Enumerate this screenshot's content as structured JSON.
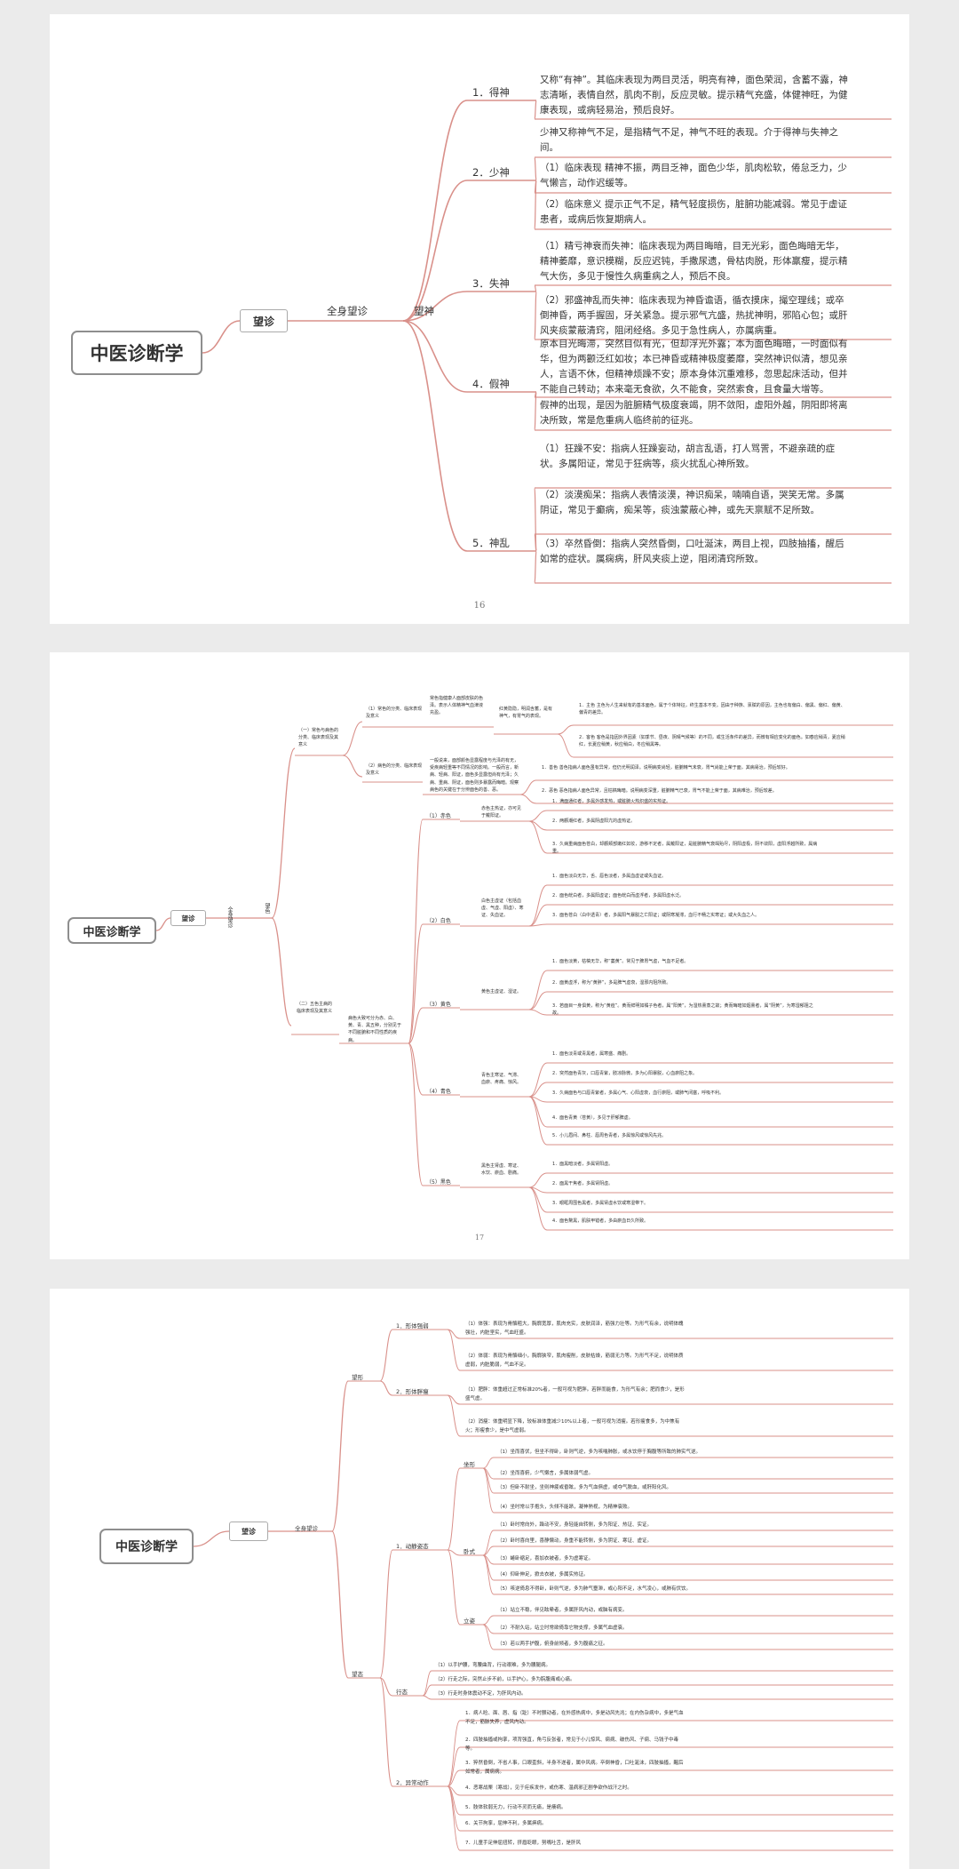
{
  "pages": [
    {
      "root": "中医诊断学",
      "l1": "望诊",
      "l2": "全身望诊",
      "l3": "望神",
      "page_number": "16",
      "topics": [
        {
          "label": "1．得神",
          "texts": [
            "又称“有神”。其临床表现为两目灵活，明亮有神，面色荣润，含蓄不露，神志清晰，表情自然，肌肉不削，反应灵敏。提示精气充盛，体健神旺，为健康表现，或病轻易治，预后良好。"
          ]
        },
        {
          "label": "2．少神",
          "texts": [
            "少神又称神气不足，是指精气不足，神气不旺的表现。介于得神与失神之间。",
            "（1）临床表现 精神不振，两目乏神，面色少华，肌肉松软，倦怠乏力，少气懒言，动作迟缓等。",
            "（2）临床意义 提示正气不足，精气轻度损伤，脏腑功能减弱。常见于虚证患者，或病后恢复期病人。"
          ]
        },
        {
          "label": "3．失神",
          "texts": [
            "（1）精亏神衰而失神：临床表现为两目晦暗，目无光彩，面色晦暗无华，精神萎靡，意识模糊，反应迟钝，手撒尿遗，骨枯肉脱，形体羸瘦，提示精气大伤，多见于慢性久病重病之人，预后不良。",
            "（2）邪盛神乱而失神：临床表现为神昏谵语，循衣摸床，撮空理线；或卒倒神昏，两手握固，牙关紧急。提示邪气亢盛，热扰神明，邪陷心包；或肝风夹痰蒙蔽清窍，阻闭经络。多见于急性病人，亦属病重。"
          ]
        },
        {
          "label": "4．假神",
          "texts": [
            "原本目光晦滞，突然目似有光，但却浮光外露；本为面色晦暗，一时面似有华，但为两颧泛红如妆；本已神昏或精神极度萎靡，突然神识似清，想见亲人，言语不休，但精神烦躁不安；原本身体沉重难移，忽思起床活动，但并不能自己转动；本来毫无食欲，久不能食，突然索食，且食量大增等。",
            "假神的出现，是因为脏腑精气极度衰竭，阴不敛阳，虚阳外越，阴阳即将离决所致，常是危重病人临终前的征兆。"
          ]
        },
        {
          "label": "5．神乱",
          "texts": [
            "（1）狂躁不安：指病人狂躁妄动，胡言乱语，打人骂詈，不避亲疏的症状。多属阳证，常见于狂病等，痰火扰乱心神所致。",
            "（2）淡漠痴呆：指病人表情淡漠，神识痴呆，喃喃自语，哭笑无常。多属阴证，常见于癫病，痴呆等，痰浊蒙蔽心神，或先天禀赋不足所致。",
            "（3）卒然昏倒：指病人突然昏倒，口吐涎沫，两目上视，四肢抽搐，醒后如常的症状。属痫病，肝风夹痰上逆，阻闭清窍所致。"
          ]
        }
      ]
    },
    {
      "root": "中医诊断学",
      "l1": "望诊",
      "l2": "全身望诊",
      "l3": "望色",
      "page_number": "17",
      "sections": [
        {
          "label": "（一）常色与病色的分类、临床表现及其意义",
          "items": [
            {
              "label": "（1）常色的分类、临床表现及意义",
              "desc": "常色指健康人面部皮肤的色泽。表示人体精神气血津液充盈。",
              "sub": "红黄隐隐，明润含蓄，是有神气，有胃气的表现。",
              "texts": [
                "1．主色 主色为人生来就有的基本面色，属于个体特征，终生基本不变。因由于种族、禀赋的原因，主色也有偏白、偏黑、偏红、偏黄、偏青的差异。",
                "2．客色 客色是指因外界因素（如季节、昼夜、阴晴气候等）的不同，或生活条件的差异，而微有相应变化的面色。如春应稍青，夏应稍红，长夏应稍黄，秋应稍白，冬应稍黑等。"
              ]
            },
            {
              "label": "（2）病色的分类、临床表现及意义",
              "desc": "一般说来，面部颜色显露程度与光泽的有无，受疾病轻重等不同情况的影响。一般而言，新病、轻病、阳证，面色多显露但尚有光泽；久病、重病、阴证，面色则多暴露而晦暗。观察病色的关键在于分辨面色的善、恶。",
              "texts": [
                "1．善色 善色指病人面色虽有异常，但仍光明润泽。说明病变尚轻，脏腑精气未衰，胃气尚能上荣于面，其病易治，预后较好。",
                "2．恶色 恶色指病人面色异常，且枯槁晦暗。说明病变深重，脏腑精气已衰，胃气不能上荣于面，其病难治，预后较差。"
              ]
            }
          ]
        },
        {
          "label": "（二）五色主病的临床表现及其意义",
          "desc": "病色大致可分为赤、白、黄、青、黑五种，分别见于不同脏腑和不同性质的疾病。",
          "colors": [
            {
              "label": "（1）赤色",
              "desc": "赤色主热证，亦可见于戴阳证。",
              "texts": [
                "1．满面通红者，多属外感发热，或脏腑火热炽盛的实热证。",
                "2．两颧潮红者，多属阴虚阳亢的虚热证。",
                "3．久病重病面色苍白，却颧颊部嫩红如妆，游移不定者，属戴阳证，是脏腑精气衰竭殆尽，阴阳虚极，阴不敛阳，虚阳浮越所致，属病重。"
              ]
            },
            {
              "label": "（2）白色",
              "desc": "白色主虚证（包括血虚、气虚、阳虚）、寒证、失血证。",
              "texts": [
                "1．面色淡白无华，舌、唇色淡者，多属血虚证或失血证。",
                "2．面色㿠白者，多属阳虚证；面色㿠白而虚浮者，多属阳虚水泛。",
                "3．面色苍白（白中透青）者，多属阳气暴脱之亡阳证；或阴寒凝滞，血行不畅之实寒证；或大失血之人。"
              ]
            },
            {
              "label": "（3）黄色",
              "desc": "黄色主虚证、湿证。",
              "texts": [
                "1．面色淡黄，枯槁无华，称“萎黄”。常见于脾胃气虚，气血不足者。",
                "2．面黄虚浮，称为“黄胖”，多是脾气虚衰，湿邪内阻所致。",
                "3．若面目一身俱黄，称为“黄疸”。黄而鲜明如橘子色者，属“阳黄”，为湿热熏蒸之故；黄而晦暗如烟熏者，属“阴黄”，为寒湿郁阻之故。"
              ]
            },
            {
              "label": "（4）青色",
              "desc": "青色主寒证、气滞、血瘀、疼痛、惊风。",
              "texts": [
                "1．面色淡青或青黑者，属寒盛、痛剧。",
                "2．突然面色青灰，口唇青紫，肢凉脉微，多为心阳暴脱，心血瘀阻之象。",
                "3．久病面色与口唇青紫者，多属心气、心阳虚衰，血行瘀阻，或肺气闭塞，呼吸不利。",
                "4．面色青黄（苍黄），多见于肝郁脾虚。",
                "5．小儿眉间、鼻柱、唇周色青者，多属惊风或惊风先兆。"
              ]
            },
            {
              "label": "（5）黑色",
              "desc": "黑色主肾虚、寒证、水饮、瘀血、剧痛。",
              "texts": [
                "1．面黑暗淡者，多属肾阳虚。",
                "2．面黑干焦者，多属肾阴虚。",
                "3．眼眶周围色黑者，多属肾虚水饮或寒湿带下。",
                "4．面色黧黑，肌肤甲错者，多由瘀血日久所致。"
              ]
            }
          ]
        }
      ]
    },
    {
      "root": "中医诊断学",
      "l1": "望诊",
      "l2": "全身望诊",
      "branches": [
        {
          "label": "望形",
          "items": [
            {
              "label": "1．形体强弱",
              "texts": [
                "（1）体强：表现为骨骼粗大，胸廓宽厚，肌肉充实，皮肤润泽，筋强力壮等。为形气有余，说明体魄强壮，内脏坚实，气血旺盛。",
                "（2）体弱：表现为骨骼细小，胸廓狭窄，肌肉瘦削，皮肤枯燥，筋弱无力等。为形气不足，说明体质虚弱，内脏脆弱，气血不足。"
              ]
            },
            {
              "label": "2．形体胖瘦",
              "texts": [
                "（1）肥胖：体重超过正常标准20%者，一般可视为肥胖。若胖而能食，为形气有余；肥而食少，是形盛气虚。",
                "（2）消瘦：体重明显下降，较标准体重减少10%以上者，一般可视为消瘦。若形瘦食多，为中焦有火；形瘦食少，是中气虚弱。"
              ]
            }
          ]
        },
        {
          "label": "望态",
          "items": [
            {
              "label": "1．动静姿态",
              "postures": [
                {
                  "label": "坐形",
                  "texts": [
                    "（1）坐而喜伏，但坐不得卧，卧则气逆，多为咳喘肺胀，或水饮停于胸腹等所致的肺实气逆。",
                    "（2）坐而喜俯，少气懒言，多属体弱气虚。",
                    "（3）但卧不耐坐，坐则神疲或昏眩，多为气血俱虚，或夺气脱血，或肝阳化风。",
                    "（4）坐时常以手抱头，头倾不能昂，凝神熟视，为精神衰败。"
                  ]
                },
                {
                  "label": "卧式",
                  "texts": [
                    "（1）卧时常向外，躁动不安，身轻能自转侧，多为阳证、热证、实证。",
                    "（2）卧时喜向里，喜静懒动，身重不能转侧，多为阴证、寒证、虚证。",
                    "（3）蜷卧缩足，喜加衣被者，多为虚寒证。",
                    "（4）仰卧伸足，掀去衣被，多属实热证。",
                    "（5）咳逆倚息不得卧，卧则气逆，多为肺气壅滞，或心阳不足，水气凌心，或肺有伏饮。"
                  ]
                },
                {
                  "label": "立姿",
                  "texts": [
                    "（1）站立不稳，伴见眩晕者，多属肝风内动，或脑有病变。",
                    "（2）不耐久站，站立时常欲倚靠它物支撑，多属气血虚衰。",
                    "（3）若以两手护腹，俯身前倾者，多为腹痛之征。"
                  ]
                }
              ]
            },
            {
              "label": "行态",
              "texts": [
                "（1）以手护腰，弯腰曲背，行动艰难，多为腰腿病。",
                "（2）行走之际，突然止步不前，以手护心，多为脘腹痛或心痛。",
                "（3）行走时身体震动不定，为肝风内动。"
              ]
            },
            {
              "label": "2．异常动作",
              "texts": [
                "1．病人睑、面、唇、指（趾）不时颤动者，在外感热病中，多是动风先兆；在内伤杂病中，多是气血不足，筋脉失养，虚风内动。",
                "2．四肢抽搐或拘挛，项背强直，角弓反张者，常见于小儿惊风、痫病、破伤风、子痫、马钱子中毒等。",
                "3．猝然昏倒，不省人事，口眼歪斜，半身不遂者，属中风病。卒倒神昏，口吐涎沫，四肢抽搐，醒后如常者，属痫病。",
                "4．恶寒战栗（寒战），见于疟疾发作，或伤寒、温病邪正剧争欲作战汗之时。",
                "5．肢体软弱无力，行动不灵而无痛，是痿病。",
                "6．关节拘挛，屈伸不利，多属痹病。",
                "7．儿童手足伸屈扭转，挤眉眨眼，努嘴吐舌，是肝风"
              ]
            }
          ]
        }
      ]
    }
  ]
}
